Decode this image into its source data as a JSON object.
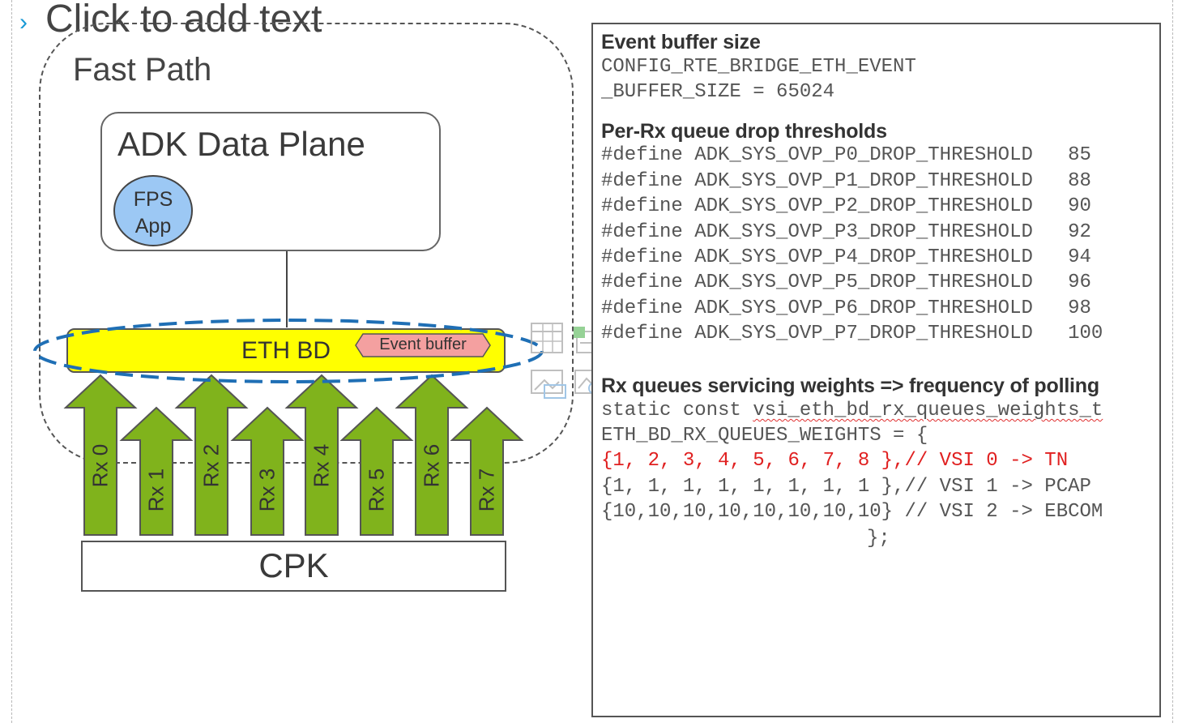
{
  "slide_title": {
    "chevron": "›",
    "text": "Click to add text"
  },
  "fast_path": {
    "label": "Fast Path"
  },
  "adk_data_plane": {
    "label": "ADK Data Plane",
    "fps_app": "FPS\nApp",
    "fps_line1": "FPS",
    "fps_line2": "App"
  },
  "eth_bd": {
    "label": "ETH BD",
    "event_buffer": "Event buffer"
  },
  "rx_queues": [
    "Rx 0",
    "Rx 1",
    "Rx 2",
    "Rx 3",
    "Rx 4",
    "Rx 5",
    "Rx 6",
    "Rx 7"
  ],
  "cpk": {
    "label": "CPK"
  },
  "colors": {
    "accent": "#1a9ad6",
    "eth_bd_fill": "#ffff00",
    "event_buffer_fill": "#f4a0a0",
    "fps_fill": "#9cc8f4",
    "arrow_fill": "#80b31c",
    "selection_ellipse": "#1f6fb5",
    "code_red": "#e02020"
  },
  "placeholder_icons": [
    "table-icon",
    "chart-icon",
    "smartart-icon",
    "picture-icon",
    "online-picture-icon",
    "video-icon"
  ],
  "code_panel": {
    "event_buffer_heading": "Event buffer size",
    "event_buffer_lines": [
      "CONFIG_RTE_BRIDGE_ETH_EVENT",
      "_BUFFER_SIZE = 65024"
    ],
    "drop_heading": "Per-Rx queue drop thresholds",
    "drop_lines": [
      "#define ADK_SYS_OVP_P0_DROP_THRESHOLD   85",
      "#define ADK_SYS_OVP_P1_DROP_THRESHOLD   88",
      "#define ADK_SYS_OVP_P2_DROP_THRESHOLD   90",
      "#define ADK_SYS_OVP_P3_DROP_THRESHOLD   92",
      "#define ADK_SYS_OVP_P4_DROP_THRESHOLD   94",
      "#define ADK_SYS_OVP_P5_DROP_THRESHOLD   96",
      "#define ADK_SYS_OVP_P6_DROP_THRESHOLD   98",
      "#define ADK_SYS_OVP_P7_DROP_THRESHOLD   100"
    ],
    "weights_heading": "Rx queues servicing weights => frequency of polling",
    "weights_line1_prefix": "static const ",
    "weights_line1_type": "vsi_eth_bd_rx_queues_weights_t",
    "weights_line2": "ETH_BD_RX_QUEUES_WEIGHTS = {",
    "weights_line3": "{1, 2, 3, 4, 5, 6, 7, 8 },// VSI 0 -> TN",
    "weights_line4": "{1, 1, 1, 1, 1, 1, 1, 1 },// VSI 1 -> PCAP",
    "weights_line5": "{10,10,10,10,10,10,10,10} // VSI 2 -> EBCOM",
    "weights_close": "};"
  }
}
